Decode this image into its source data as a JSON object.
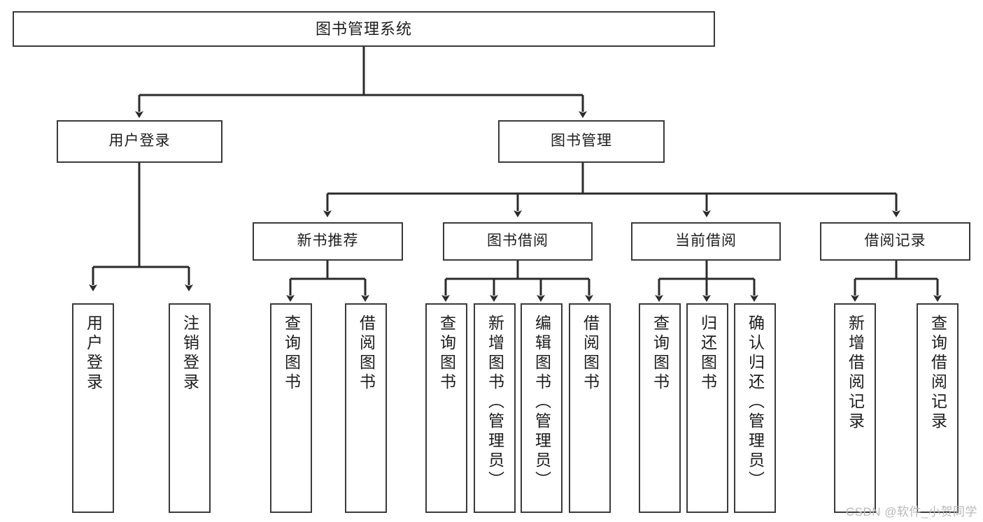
{
  "diagram": {
    "title": "图书管理系统",
    "type": "tree",
    "orientation": "top-down",
    "colors": {
      "node_border": "#3a3a3a",
      "node_fill": "#ffffff",
      "connector": "#2b2b2b",
      "text": "#1d1d1d",
      "watermark": "#b9b9b9",
      "background": "#ffffff"
    },
    "watermark": "CSDN @软件_小贺同学",
    "nodes": {
      "root": {
        "label": "图书管理系统"
      },
      "level2": [
        {
          "id": "user-login",
          "label": "用户登录"
        },
        {
          "id": "book-manage",
          "label": "图书管理"
        }
      ],
      "level3": [
        {
          "id": "new-book-recommend",
          "label": "新书推荐"
        },
        {
          "id": "book-borrow",
          "label": "图书借阅"
        },
        {
          "id": "current-borrow",
          "label": "当前借阅"
        },
        {
          "id": "borrow-record",
          "label": "借阅记录"
        }
      ],
      "leaves": [
        {
          "id": "leaf-user-login",
          "label": "用户登录",
          "parent": "user-login"
        },
        {
          "id": "leaf-user-logout",
          "label": "注销登录",
          "parent": "user-login"
        },
        {
          "id": "leaf-query-book-1",
          "label": "查询图书",
          "parent": "new-book-recommend"
        },
        {
          "id": "leaf-borrow-book-1",
          "label": "借阅图书",
          "parent": "new-book-recommend"
        },
        {
          "id": "leaf-query-book-2",
          "label": "查询图书",
          "parent": "book-borrow"
        },
        {
          "id": "leaf-add-book",
          "label": "新增图书（管理员）",
          "parent": "book-borrow"
        },
        {
          "id": "leaf-edit-book",
          "label": "编辑图书（管理员）",
          "parent": "book-borrow"
        },
        {
          "id": "leaf-borrow-book-2",
          "label": "借阅图书",
          "parent": "book-borrow"
        },
        {
          "id": "leaf-query-book-3",
          "label": "查询图书",
          "parent": "current-borrow"
        },
        {
          "id": "leaf-return-book",
          "label": "归还图书",
          "parent": "current-borrow"
        },
        {
          "id": "leaf-confirm-return",
          "label": "确认归还（管理员）",
          "parent": "current-borrow"
        },
        {
          "id": "leaf-add-record",
          "label": "新增借阅记录",
          "parent": "borrow-record"
        },
        {
          "id": "leaf-query-record",
          "label": "查询借阅记录",
          "parent": "borrow-record"
        }
      ]
    }
  }
}
